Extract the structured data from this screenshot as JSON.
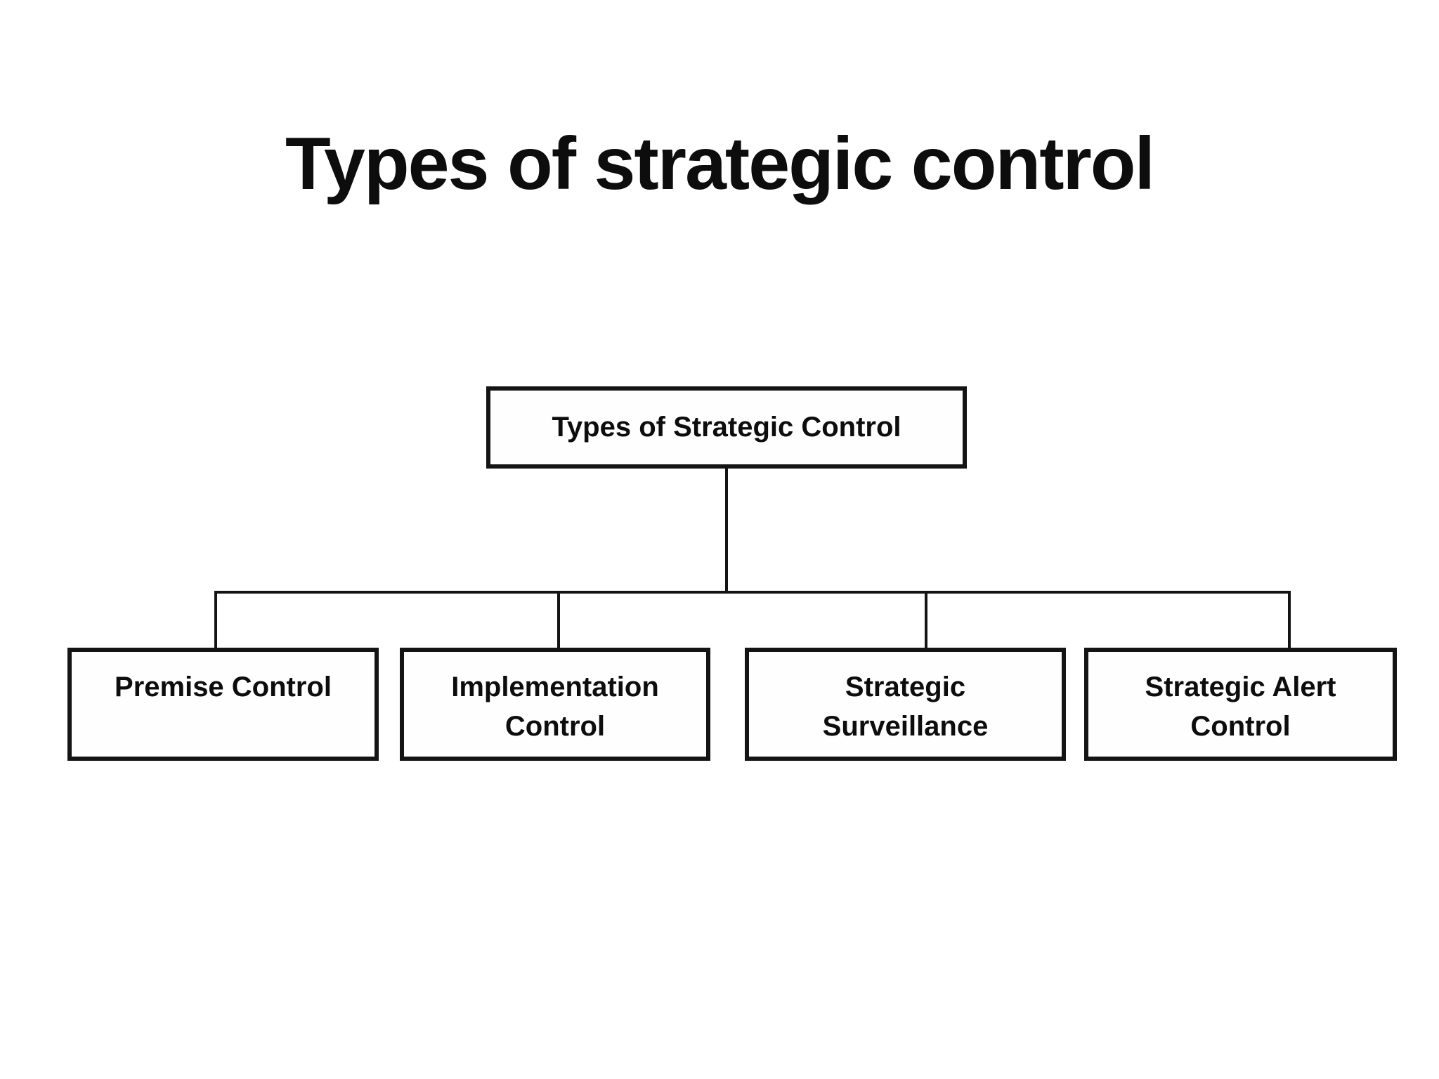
{
  "title": "Types of strategic control",
  "diagram": {
    "root": {
      "label": "Types of Strategic Control"
    },
    "children": [
      {
        "label": "Premise Control",
        "lines": [
          "Premise Control"
        ]
      },
      {
        "label": "Implementation Control",
        "lines": [
          "Implementation",
          "Control"
        ]
      },
      {
        "label": "Strategic Surveillance",
        "lines": [
          "Strategic",
          "Surveillance"
        ]
      },
      {
        "label": "Strategic Alert Control",
        "lines": [
          "Strategic Alert",
          "Control"
        ]
      }
    ],
    "line_color": "#141414",
    "box_border_color": "#141414",
    "text_color": "#0d0d0d",
    "background_color": "#ffffff"
  }
}
